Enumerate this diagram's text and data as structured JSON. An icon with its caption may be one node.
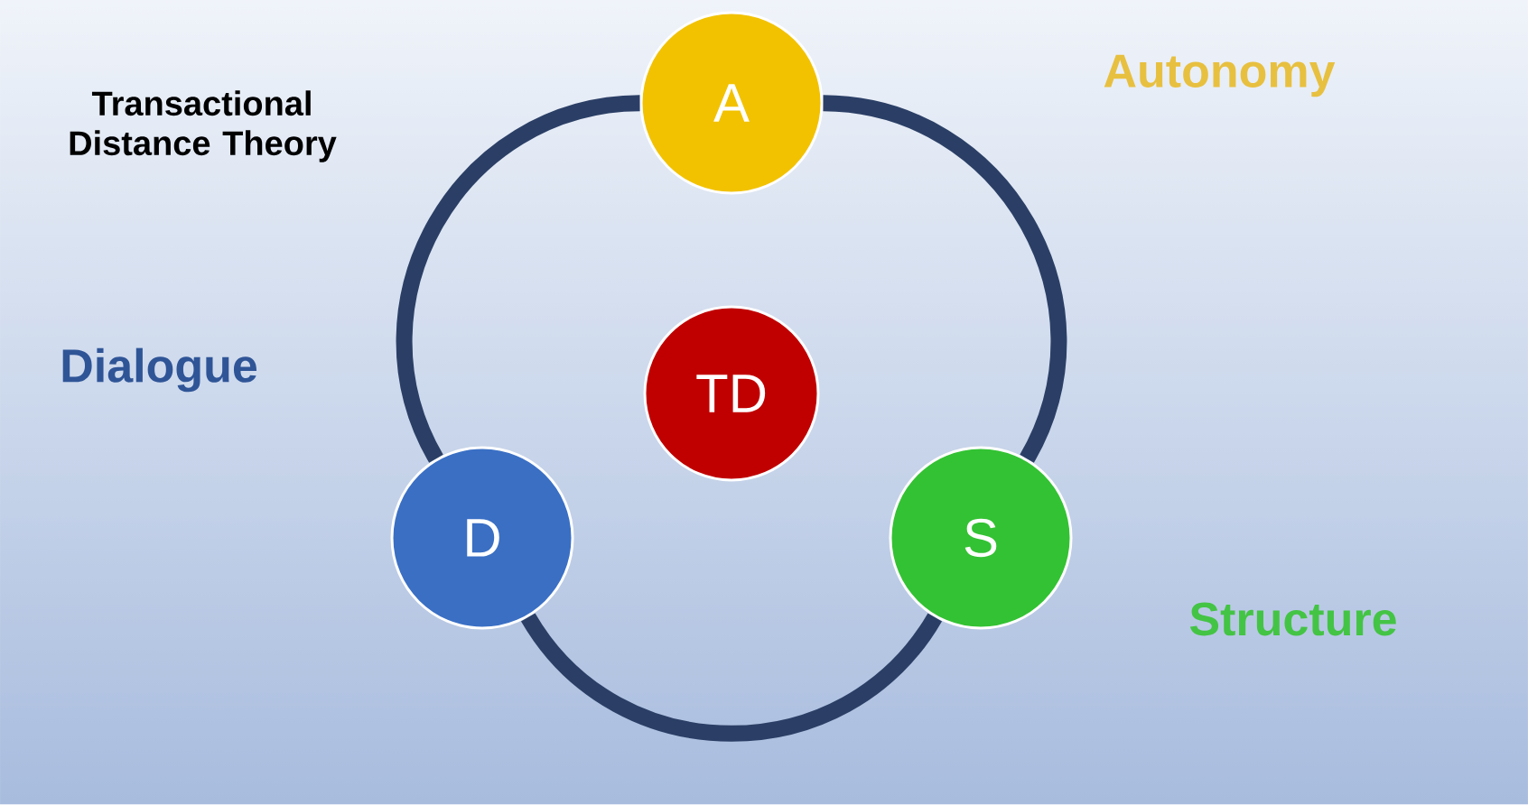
{
  "diagram": {
    "title": "Transactional Distance Theory",
    "nodes": [
      {
        "text": [
          "A"
        ]
      },
      {
        "text": [
          "TD"
        ]
      },
      {
        "text": [
          "D"
        ]
      },
      {
        "text": [
          "S"
        ]
      }
    ],
    "edges": [
      {
        "from": 0,
        "to": 3,
        "arrow": "none"
      },
      {
        "from": 3,
        "to": 2,
        "arrow": "none"
      },
      {
        "from": 2,
        "to": 0,
        "arrow": "none"
      }
    ],
    "labels": [
      "Autonomy",
      "Dialogue",
      "Structure"
    ]
  }
}
